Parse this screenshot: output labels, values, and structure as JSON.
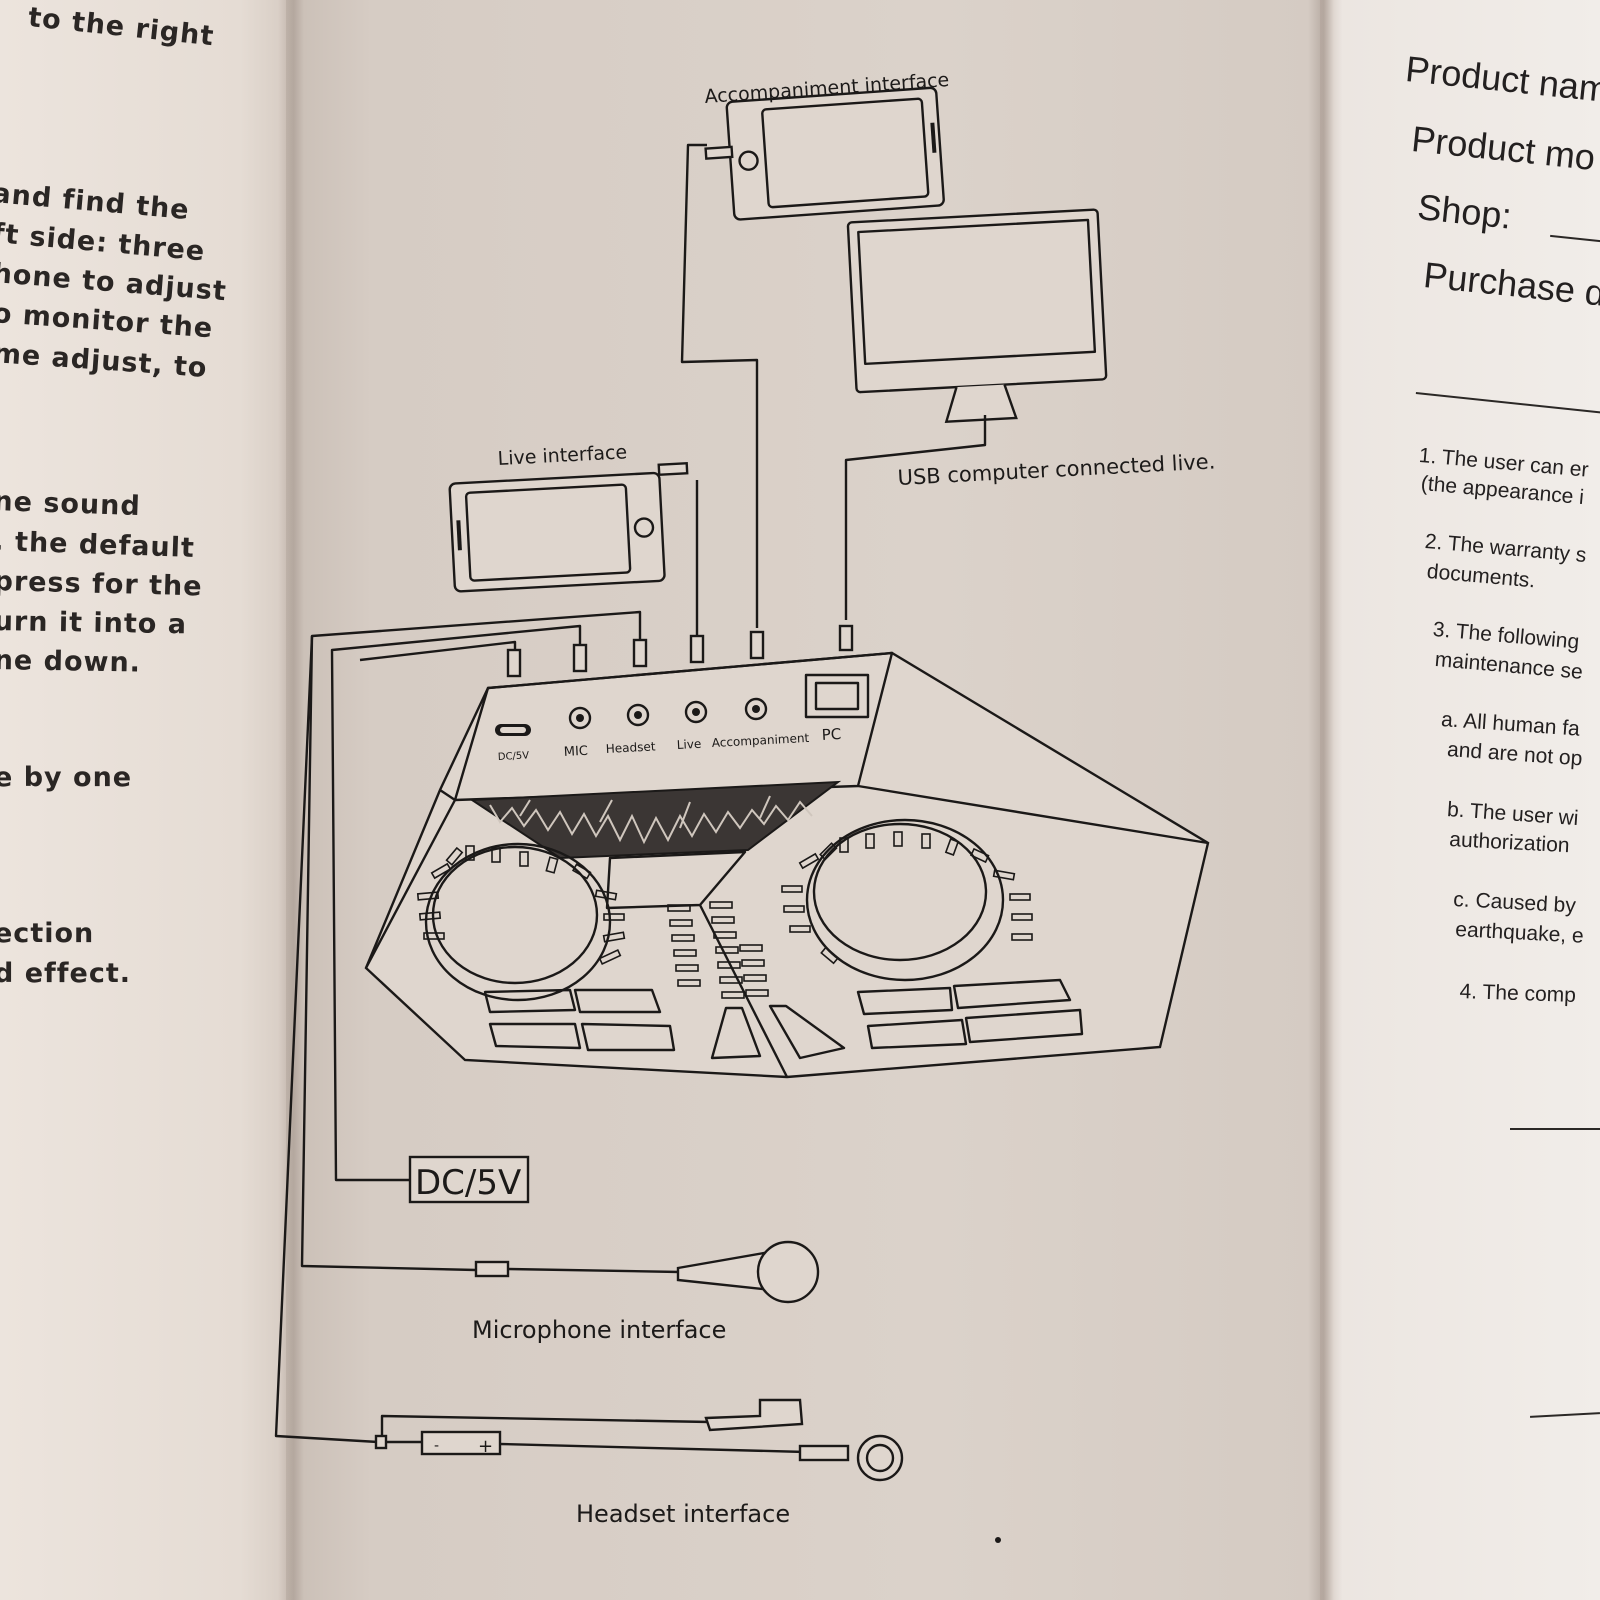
{
  "left_page": {
    "lines": [
      "to the right",
      "and find the",
      "ft side: three",
      "hone to adjust",
      "o monitor the",
      "me adjust, to",
      "ne sound",
      ", the default",
      "press for the",
      "urn it into a",
      "ne down.",
      "e by one",
      "ection",
      "d effect."
    ]
  },
  "diagram": {
    "accompaniment_label": "Accompaniment interface",
    "live_label": "Live interface",
    "usb_label": "USB computer connected live.",
    "ports": [
      "DC/5V",
      "MIC",
      "Headset",
      "Live",
      "Accompaniment",
      "PC"
    ],
    "dc_label": "DC/5V",
    "microphone_label": "Microphone interface",
    "headset_label": "Headset interface",
    "headset_plus": "+",
    "headset_minus": "-"
  },
  "right_page": {
    "title_lines": [
      "Product nam",
      "Product mo",
      "Shop:",
      "Purchase d"
    ],
    "items": [
      "1. The user can er",
      "(the appearance i",
      "2. The warranty s",
      "documents.",
      "3. The following",
      "maintenance se",
      "a. All human fa",
      "and are not op",
      "b. The user wi",
      "authorization",
      "c. Caused by",
      "earthquake, e",
      "4. The comp"
    ]
  }
}
